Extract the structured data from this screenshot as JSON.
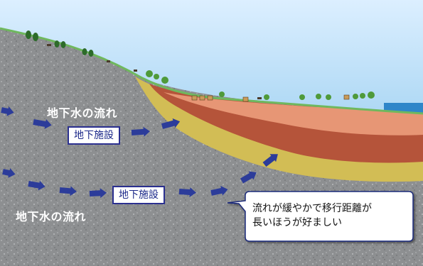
{
  "labels": {
    "flow_upper": "地下水の流れ",
    "flow_lower": "地下水の流れ",
    "facility_upper": "地下施設",
    "facility_lower": "地下施設",
    "callout_line1": "流れが緩やかで移行距離が",
    "callout_line2": "長いほうが好ましい"
  },
  "colors": {
    "sky_top": "#dcefff",
    "sky_bottom": "#6fb9e6",
    "sea": "#2f86c9",
    "bedrock": "#8d8f91",
    "layer_yellow": "#d2bd55",
    "layer_brown": "#b5543a",
    "layer_salmon": "#e79675",
    "grass": "#6fb85e",
    "arrow": "#2c3c9a",
    "box_border": "#2a2f8f"
  },
  "icons": [
    "tree-icon",
    "house-icon",
    "animal-icon"
  ]
}
